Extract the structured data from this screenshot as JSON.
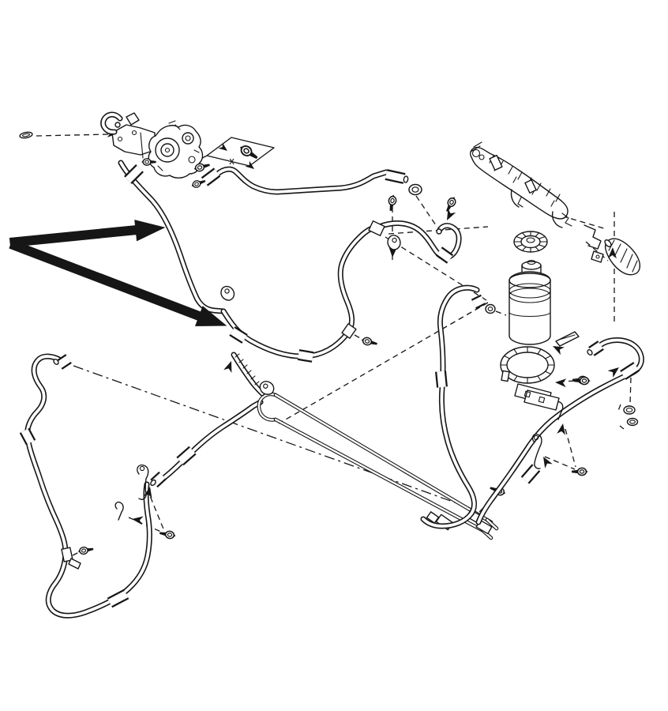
{
  "diagram": {
    "kind": "exploded-parts-line-drawing",
    "subject": "power steering pump, hoses, cooler piping and reservoir",
    "background_color": "#ffffff",
    "line_color": "#161616",
    "marker_x_label": "x"
  },
  "callout_arrows": {
    "color": "#000000",
    "count": 2,
    "origin": "left edge fork",
    "targets": [
      "upper pressure-hose section",
      "lower pressure-hose section"
    ]
  },
  "components": [
    {
      "name": "power-steering-pump"
    },
    {
      "name": "pump-mounting-bracket"
    },
    {
      "name": "o-ring"
    },
    {
      "name": "bolt-detail-box-x"
    },
    {
      "name": "suction-hose"
    },
    {
      "name": "pressure-hose"
    },
    {
      "name": "steering-gear"
    },
    {
      "name": "reservoir-cap"
    },
    {
      "name": "reservoir-tank"
    },
    {
      "name": "reservoir-band-clamp"
    },
    {
      "name": "reservoir-bracket-pin"
    },
    {
      "name": "dust-boot"
    },
    {
      "name": "cooler-pipes"
    },
    {
      "name": "return-hose-lower-left"
    },
    {
      "name": "return-hose-right"
    },
    {
      "name": "o-ring-pair"
    },
    {
      "name": "bolts-and-clips"
    }
  ]
}
